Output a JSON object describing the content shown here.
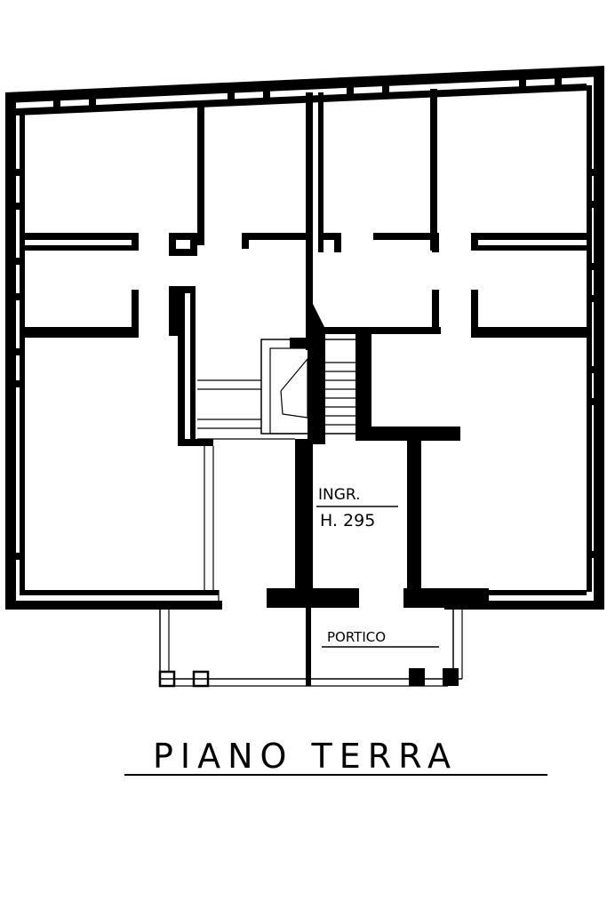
{
  "plan": {
    "title": "PIANO TERRA",
    "labels": {
      "entrance": "INGR.",
      "height": "H. 295",
      "porch": "PORTICO"
    }
  },
  "colors": {
    "ink": "#000000",
    "paper": "#ffffff"
  }
}
